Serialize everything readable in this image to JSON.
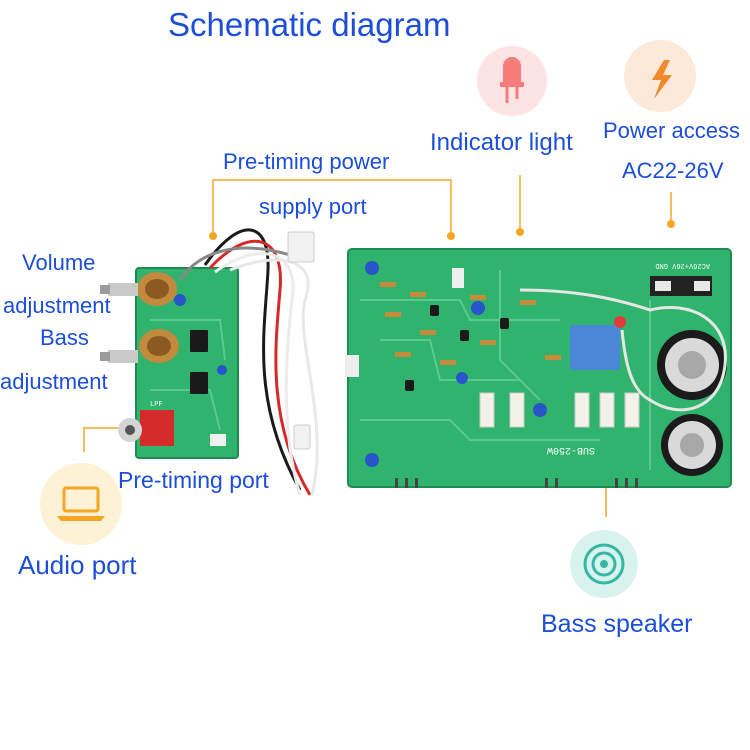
{
  "diagram": {
    "title": "Schematic diagram",
    "labels": {
      "indicator_light": "Indicator light",
      "power_access_line1": "Power access",
      "power_access_line2": "AC22-26V",
      "pretiming_power_line1": "Pre-timing power",
      "pretiming_power_line2": "supply port",
      "volume_line1": "Volume",
      "volume_line2": "adjustment",
      "bass_line1": "Bass",
      "bass_line2": "adjustment",
      "pretiming_port": "Pre-timing port",
      "audio_port": "Audio port",
      "bass_speaker": "Bass speaker"
    },
    "board_silkscreen": {
      "model": "SUB-250W",
      "power_pins": "AC26V+26V GND",
      "preamp_label": "LPF"
    },
    "colors": {
      "label_blue": "#1c4ed8",
      "leader_orange": "#f5a623",
      "pcb_green": "#2fb36d",
      "indicator_bg": "#fde3e3",
      "power_bg": "#fde9d9",
      "audio_bg": "#fdf2d6",
      "speaker_bg": "#d8f3ee"
    },
    "icons": [
      "led-icon",
      "lightning-icon",
      "laptop-icon",
      "speaker-icon"
    ]
  }
}
